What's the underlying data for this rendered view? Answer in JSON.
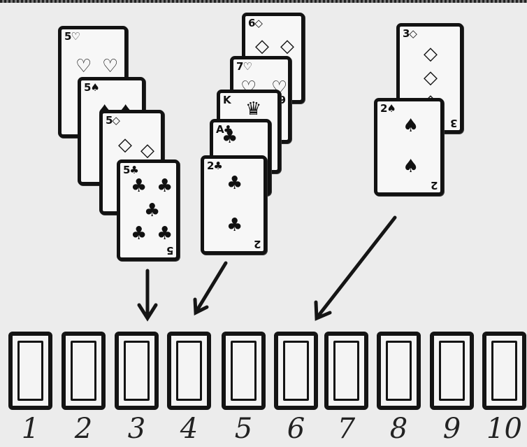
{
  "piles": [
    {
      "name": "left",
      "cards": [
        {
          "rank": "5",
          "suit": "hearts",
          "corner": "5♡",
          "pips": [
            "♡",
            "♡"
          ]
        },
        {
          "rank": "5",
          "suit": "spades",
          "corner": "5♠",
          "pips": [
            "♠",
            "♠"
          ]
        },
        {
          "rank": "5",
          "suit": "diamonds",
          "corner": "5◇",
          "pips": [
            "◇",
            "◇"
          ]
        },
        {
          "rank": "5",
          "suit": "clubs",
          "corner": "5♣",
          "corner_br": "5",
          "pips": [
            "♣",
            "♣",
            "♣",
            "♣",
            "♣"
          ]
        }
      ]
    },
    {
      "name": "middle",
      "cards": [
        {
          "rank": "6",
          "suit": "diamonds",
          "corner": "6◇",
          "pips": [
            "◇",
            "◇"
          ]
        },
        {
          "rank": "7",
          "suit": "hearts",
          "corner": "7♡",
          "corner_br": "9",
          "pips": [
            "♡",
            "♡"
          ]
        },
        {
          "rank": "K",
          "suit": "",
          "corner": "K",
          "pips": [
            "♛"
          ]
        },
        {
          "rank": "A",
          "suit": "clubs",
          "corner": "A♣",
          "pips": [
            "♣"
          ]
        },
        {
          "rank": "2",
          "suit": "clubs",
          "corner": "2♣",
          "corner_br": "2",
          "pips": [
            "♣",
            "♣"
          ]
        }
      ]
    },
    {
      "name": "right",
      "cards": [
        {
          "rank": "3",
          "suit": "diamonds",
          "corner": "3◇",
          "corner_br": "3",
          "pips": [
            "◇",
            "◇",
            "◇"
          ]
        },
        {
          "rank": "2",
          "suit": "spades",
          "corner": "2♠",
          "corner_br": "2",
          "pips": [
            "♠",
            "♠"
          ]
        }
      ]
    }
  ],
  "slots": [
    "1",
    "2",
    "3",
    "4",
    "5",
    "6",
    "7",
    "8",
    "9",
    "10"
  ],
  "arrows": [
    {
      "from_pile": "left",
      "to_slot": "3"
    },
    {
      "from_pile": "middle",
      "to_slot": "4"
    },
    {
      "from_pile": "right",
      "to_slot": "6"
    }
  ]
}
